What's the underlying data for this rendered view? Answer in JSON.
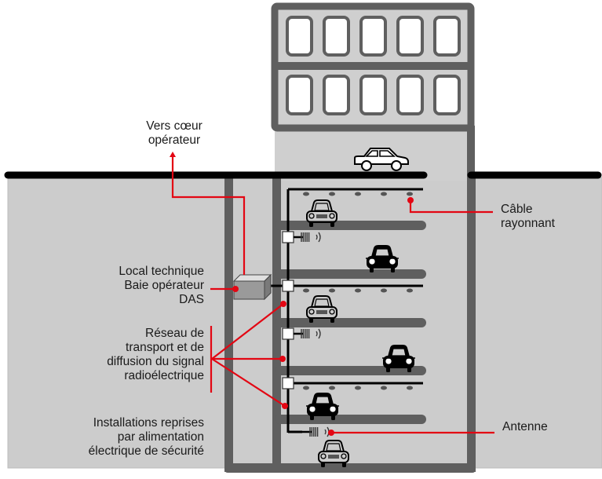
{
  "diagram": {
    "title_hidden": "",
    "colors": {
      "ground": "#cccccc",
      "wall": "#5f5f5f",
      "slab": "#5f5f5f",
      "window_fill": "#ffffff",
      "building_fill": "#cfcfcf",
      "street": "#000000",
      "callout": "#e30613",
      "cable": "#000000",
      "box_fill": "#9a9a9a"
    },
    "labels": {
      "core": "Vers cœur\nopérateur",
      "local": "Local technique\nBaie opérateur\nDAS",
      "network": "Réseau de\ntransport et de\ndiffusion du signal\nradioélectrique",
      "backup": "Installations reprises\npar alimentation\nélectrique de sécurité",
      "cable": "Câble\nrayonnant",
      "antenna": "Antenne"
    },
    "building": {
      "floors_above_ground": 2,
      "windows_per_floor": 5
    },
    "parking": {
      "levels": 5,
      "cars": [
        {
          "level": "street",
          "style": "side-white"
        },
        {
          "level": 1,
          "style": "front-outline"
        },
        {
          "level": 2,
          "style": "front-black"
        },
        {
          "level": 3,
          "style": "front-outline"
        },
        {
          "level": 4,
          "style": "front-black"
        },
        {
          "level": 5,
          "style": "front-black"
        },
        {
          "level": 6,
          "style": "front-outline"
        }
      ],
      "radiating_cables": 3,
      "antennas": 3
    }
  }
}
